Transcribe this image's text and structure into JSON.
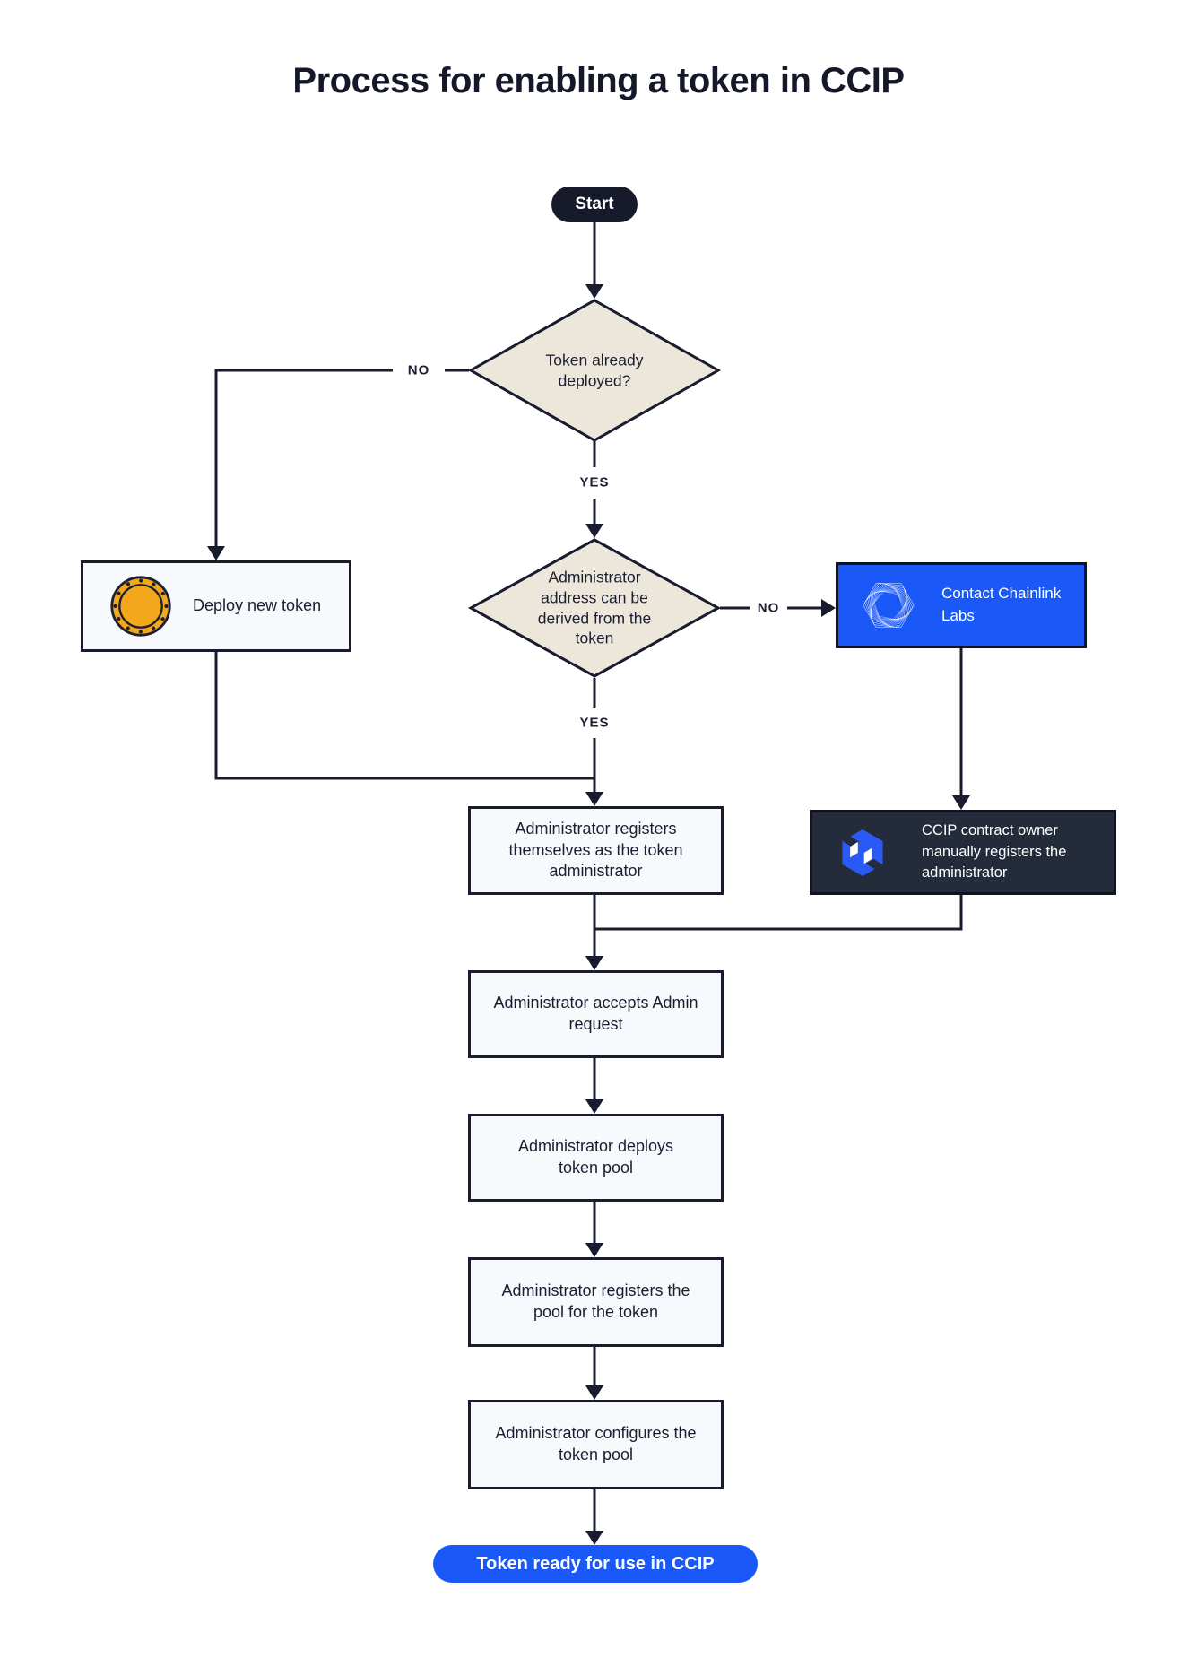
{
  "title": "Process for enabling a token in CCIP",
  "colors": {
    "ink": "#1A1E30",
    "connector_line": "#181C2E",
    "accent_blue": "#1A59F7",
    "decision_beige": "#EDE6DA",
    "process_box_light": "#F7F9FC",
    "panel_dark": "#242C3C",
    "coin_gold": "#F3A81C",
    "start_pill_dark": "#161A2B"
  },
  "nodes": {
    "start": {
      "label": "Start"
    },
    "token_deployed": {
      "label": "Token already deployed?"
    },
    "deploy_new_token": {
      "label": "Deploy new token",
      "icon": "coin-icon"
    },
    "admin_address": {
      "label": "Administrator address can be derived from the token"
    },
    "contact_chainlink": {
      "label": "Contact Chainlink Labs",
      "icon": "chainlink-labs-icon"
    },
    "register_self": {
      "label": "Administrator registers themselves as the token administrator"
    },
    "manual_register": {
      "label": "CCIP contract owner manually registers the administrator",
      "icon": "ccip-logo-icon"
    },
    "accept_request": {
      "label": "Administrator accepts Admin request"
    },
    "deploy_pool": {
      "label": "Administrator deploys token pool"
    },
    "register_pool": {
      "label": "Administrator registers the pool for the token"
    },
    "configure_pool": {
      "label": "Administrator configures the token pool"
    },
    "end": {
      "label": "Token ready for use in CCIP"
    }
  },
  "edges": {
    "token_deployed_no": "NO",
    "token_deployed_yes": "YES",
    "admin_address_no": "NO",
    "admin_address_yes": "YES"
  }
}
